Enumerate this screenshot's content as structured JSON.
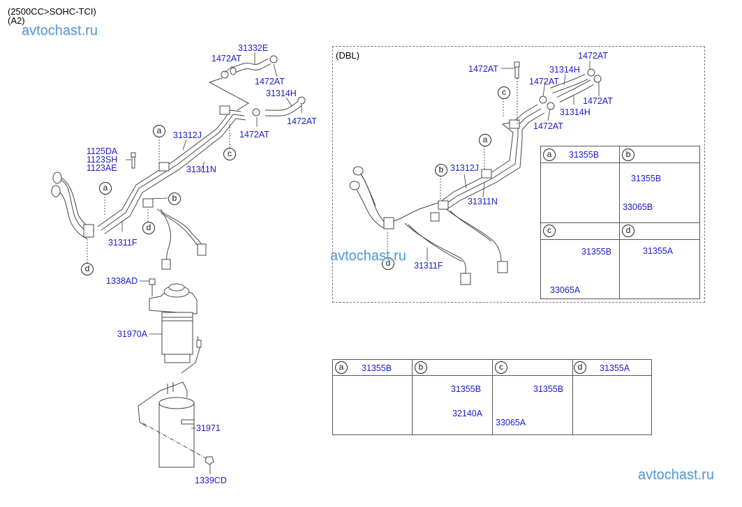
{
  "header": {
    "engine": "(2500CC>SOHC-TCI)",
    "variant": "(A2)"
  },
  "watermark": "avtochast.ru",
  "colors": {
    "part_number": "#1a1ad0",
    "watermark": "#5b9bd5",
    "line": "#444444"
  },
  "main_diagram": {
    "labels": {
      "p31332E": "31332E",
      "p1472AT_top_left": "1472AT",
      "p1472AT_top_right": "1472AT",
      "p31314H": "31314H",
      "p1472AT_hose_right": "1472AT",
      "p1472AT_center": "1472AT",
      "p31312J": "31312J",
      "p31311N": "31311N",
      "p1125DA": "1125DA",
      "p1123SH": "1123SH",
      "p1123AE": "1123AE",
      "p31311F": "31311F",
      "p1338AD": "1338AD",
      "p31970A": "31970A",
      "p31971": "31971",
      "p1339CD": "1339CD"
    },
    "callouts": {
      "a_upper": "a",
      "a_lower": "a",
      "b": "b",
      "c": "c",
      "d_center": "d",
      "d_left": "d"
    }
  },
  "dbl_section": {
    "title": "(DBL)",
    "labels": {
      "p1472AT_bolt": "1472AT",
      "p1472AT_top_right": "1472AT",
      "p31314H_upper": "31314H",
      "p1472AT_left_upper": "1472AT",
      "p1472AT_right": "1472AT",
      "p31314H_lower": "31314H",
      "p1472AT_left_lower": "1472AT",
      "p31312J": "31312J",
      "p31311N": "31311N",
      "p31311F": "31311F"
    },
    "callouts": {
      "c": "c",
      "a": "a",
      "b": "b",
      "d": "d"
    },
    "clip_table": [
      {
        "key": "a",
        "header_part": "31355B",
        "parts": []
      },
      {
        "key": "b",
        "header_part": "",
        "parts": [
          "31355B",
          "33065B"
        ]
      },
      {
        "key": "c",
        "header_part": "",
        "parts": [
          "31355B",
          "33065A"
        ]
      },
      {
        "key": "d",
        "header_part": "",
        "parts": [
          "31355A"
        ]
      }
    ]
  },
  "bottom_table": [
    {
      "key": "a",
      "header_part": "31355B",
      "parts": []
    },
    {
      "key": "b",
      "header_part": "",
      "parts": [
        "31355B",
        "32140A"
      ]
    },
    {
      "key": "c",
      "header_part": "",
      "parts": [
        "31355B",
        "33065A"
      ]
    },
    {
      "key": "d",
      "header_part": "31355A",
      "parts": []
    }
  ]
}
